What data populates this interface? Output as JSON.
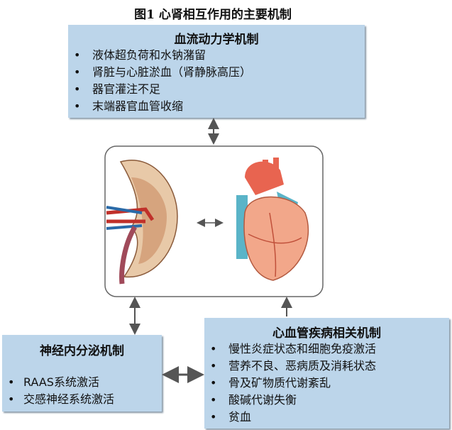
{
  "title": "图1 心肾相互作用的主要机制",
  "hemodynamic": {
    "heading": "血流动力学机制",
    "items": [
      "液体超负荷和水钠潴留",
      "肾脏与心脏淤血（肾静脉高压）",
      "器官灌注不足",
      "末端器官血管收缩"
    ]
  },
  "neuroendocrine": {
    "heading": "神经内分泌机制",
    "items": [
      "RAAS系统激活",
      "交感神经系统激活"
    ]
  },
  "cardiovascular": {
    "heading": "心血管疾病相关机制",
    "items": [
      "慢性炎症状态和细胞免疫激活",
      "营养不良、恶病质及消耗状态",
      "骨及矿物质代谢紊乱",
      "酸碱代谢失衡",
      "贫血"
    ]
  },
  "colors": {
    "box": "#bcd5ea",
    "arrow": "#555555"
  }
}
